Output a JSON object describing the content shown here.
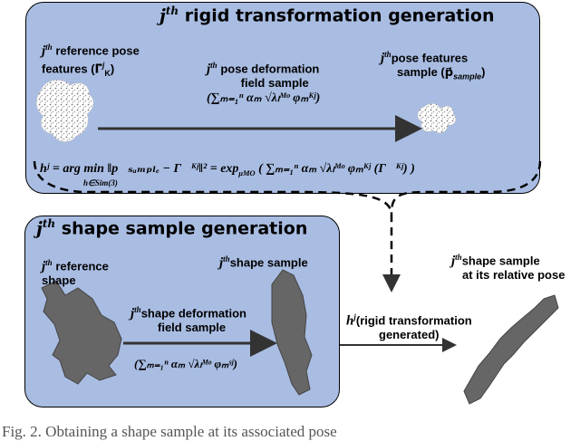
{
  "top_panel": {
    "title_j": "j",
    "title_th": "th",
    "title_text": "rigid transformation generation",
    "ref_features_line1": "reference pose",
    "ref_features_line2": "features (",
    "ref_features_symbol": "Γ⃗",
    "ref_features_sup": "j",
    "ref_features_sub": "K",
    "ref_features_close": ")",
    "pose_field_line1": "pose deformation",
    "pose_field_line2": "field sample",
    "pose_features_line1": "pose features",
    "pose_features_line2": "sample (",
    "pose_features_symbol": "p⃗",
    "pose_features_sub": "sample",
    "pose_features_close": ")",
    "pose_sum_formula": "(∑ₘ₌₁ⁿ αₘ √λₗᴹᵒ φₘᴷʲ)",
    "equation_lhs": "hʲ = arg min",
    "equation_under": "h∈Sim(3)",
    "equation_rhs": "‖p⃗ₛₐₘₚₗₑ − Γ⃗ᴷʲ‖² = exp",
    "equation_exp_sub": "μMO",
    "equation_sum": "( ∑ₘ₌₁ⁿ αₘ √λₗᴹᵒ φₘᴷʲ (Γ⃗ᴷʲ) )"
  },
  "bottom_panel": {
    "title_j": "j",
    "title_th": "th",
    "title_text": "shape sample generation",
    "ref_shape_line1": "reference",
    "ref_shape_line2": "shape",
    "shape_sample_text": "shape sample",
    "shape_field_line1": "shape deformation",
    "shape_field_line2": "field sample",
    "shape_sum_formula": "(∑ₘ₌₁ⁿ αₘ √λₗᴹᵒ φₘˢʲ)"
  },
  "transform": {
    "h_symbol": "h",
    "h_sup": "j",
    "line1": "(rigid transformation",
    "line2": "generated)"
  },
  "result": {
    "line1": "shape sample",
    "line2": "at its relative pose"
  },
  "jth_j": "j",
  "jth_th": "th",
  "caption": "Fig. 2. Obtaining a shape sample at its associated pose"
}
